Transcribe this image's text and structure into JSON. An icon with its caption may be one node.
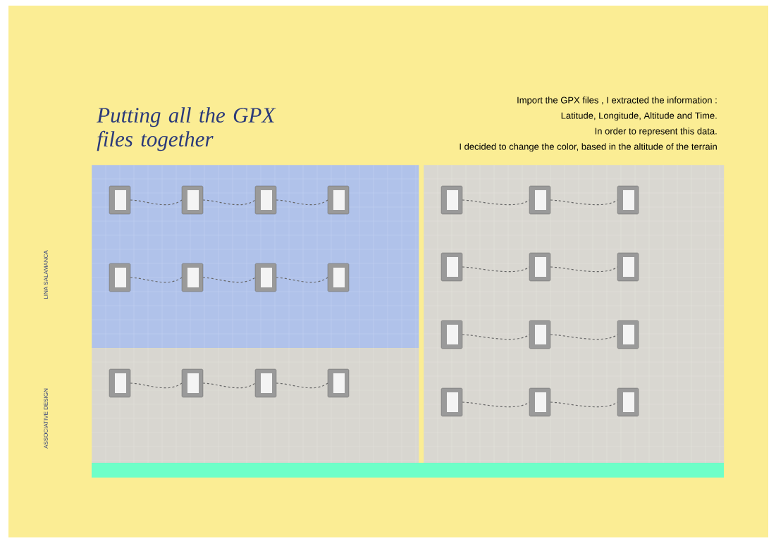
{
  "diagram": {
    "title": "Putting all the GPX files together",
    "nodes": [
      {
        "text": [],
        "shape": "picture"
      },
      {
        "text": [],
        "shape": "picture"
      },
      {
        "text": [],
        "shape": "picture"
      }
    ],
    "labels": [
      "Import the GPX files , I extracted the information :",
      "Latitude, Longitude, Altitude and Time.",
      "In order to represent this data.",
      "I decided to change the color, based in the altitude of the terrain",
      "LINA SALAMANCA",
      "ASSOCIATIVE DESIGN"
    ]
  }
}
